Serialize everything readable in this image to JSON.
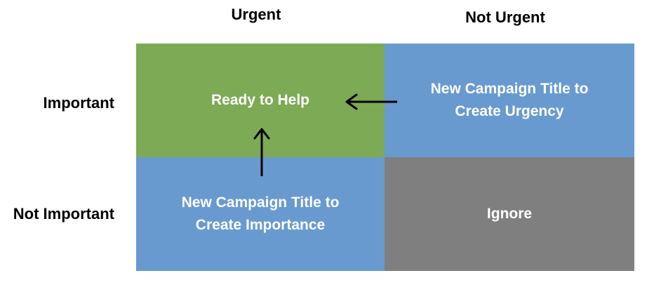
{
  "columns": {
    "urgent": "Urgent",
    "not_urgent": "Not Urgent"
  },
  "rows": {
    "important": "Important",
    "not_important": "Not Important"
  },
  "quadrants": {
    "urgent_important": "Ready to Help",
    "not_urgent_important": "New Campaign Title to\nCreate Urgency",
    "urgent_not_important": "New Campaign Title to\nCreate Importance",
    "not_urgent_not_important": "Ignore"
  },
  "colors": {
    "green": "#7DAA55",
    "blue": "#689AD0",
    "gray": "#7F7F7F",
    "arrow": "#000000"
  },
  "arrows": [
    {
      "from": "not_urgent_important",
      "to": "urgent_important",
      "direction": "left"
    },
    {
      "from": "urgent_not_important",
      "to": "urgent_important",
      "direction": "up"
    }
  ]
}
